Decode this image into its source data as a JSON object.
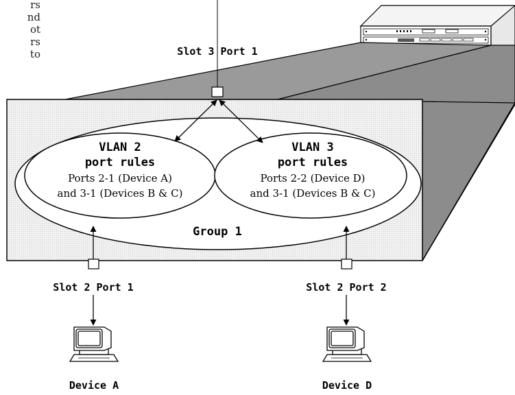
{
  "page_text": {
    "clipped_lines": [
      "rs",
      "nd",
      "ot",
      "rs",
      "to"
    ]
  },
  "labels": {
    "slot3_port1": "Slot 3 Port 1",
    "slot2_port1": "Slot 2 Port 1",
    "slot2_port2": "Slot 2 Port 2",
    "group": "Group 1",
    "device_a": "Device A",
    "device_d": "Device D"
  },
  "vlans": [
    {
      "title": "VLAN 2",
      "subtitle": "port rules",
      "line1": "Ports 2-1 (Device A)",
      "line2": "and 3-1 (Devices B & C)"
    },
    {
      "title": "VLAN 3",
      "subtitle": "port rules",
      "line1": "Ports 2-2 (Device D)",
      "line2": "and 3-1 (Devices B & C)"
    }
  ],
  "colors": {
    "box_shade": "#8f8f8f",
    "face_fill": "#eeeeee",
    "stroke": "#000000"
  }
}
